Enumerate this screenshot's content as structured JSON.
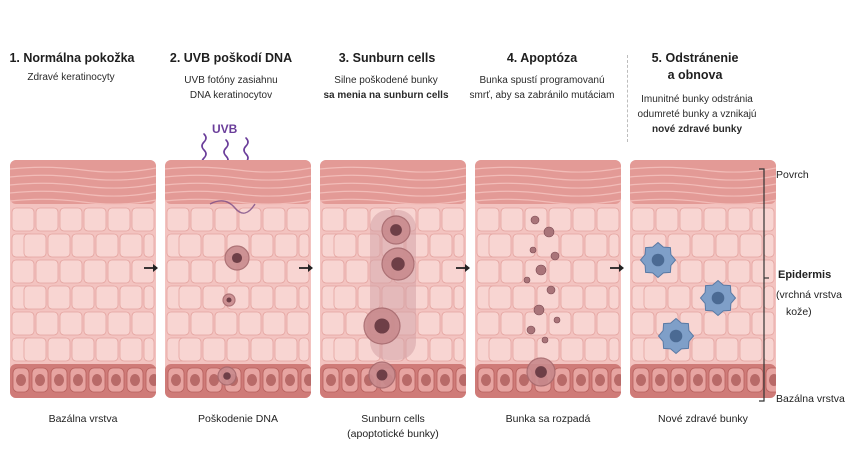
{
  "stages": [
    {
      "title": "1. Normálna pokožka",
      "desc_lines": [
        "Zdravé keratinocyty"
      ],
      "caption_lines": [
        "Bazálna vrstva"
      ]
    },
    {
      "title": "2. UVB poškodí DNA",
      "desc_lines": [
        "UVB fotóny zasiahnu",
        "DNA keratinocytov"
      ],
      "caption_lines": [
        "Poškodenie DNA"
      ]
    },
    {
      "title": "3. Sunburn cells",
      "desc_lines": [
        "Silne poškodené bunky"
      ],
      "desc_bold_line": "sa menia na sunburn cells",
      "caption_lines": [
        "Sunburn cells",
        "(apoptotické bunky)"
      ]
    },
    {
      "title": "4. Apoptóza",
      "desc_lines": [
        "Bunka spustí programovanú",
        "smrť, aby sa zabránilo mutáciam"
      ],
      "caption_lines": [
        "Bunka sa rozpadá"
      ]
    },
    {
      "title_lines": [
        "5. Odstránenie",
        "a obnova"
      ],
      "desc_lines": [
        "Imunitné bunky odstránia",
        "odumreté bunky a vznikajú"
      ],
      "desc_bold_line": "nové zdravé bunky",
      "caption_lines": [
        "Nové zdravé bunky"
      ]
    }
  ],
  "uvb_label": "UVB",
  "side_labels": {
    "surface": "Povrch",
    "epidermis": "Epidermis",
    "epidermis_sub_1": "(vrchná vrstva",
    "epidermis_sub_2": "kože)",
    "basal": "Bazálna vrstva"
  },
  "colors": {
    "skin_bg": "#f3c3c0",
    "cell_fill": "#f8d5d2",
    "cell_stroke": "#e4a4a0",
    "surface": "#e39a96",
    "basal": "#cf7b78",
    "damaged": "#b67a7e",
    "immune": "#7f9fc8",
    "uvb": "#6a3d9a"
  }
}
